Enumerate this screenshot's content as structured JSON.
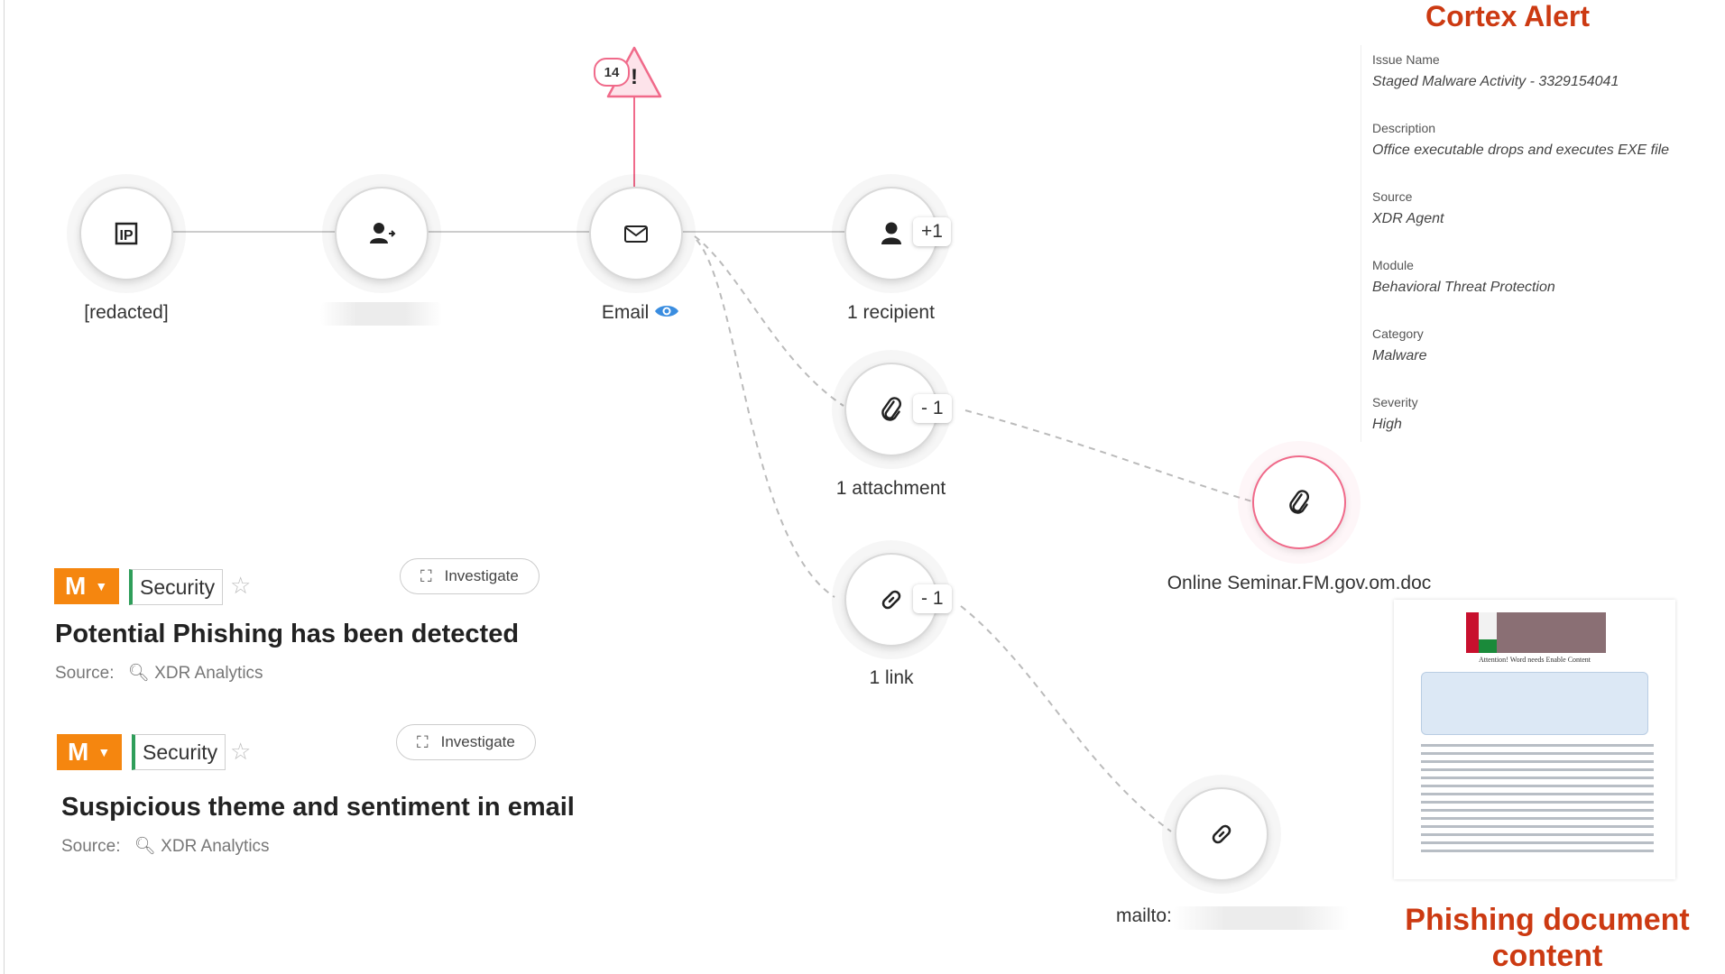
{
  "graph": {
    "ip_node": {
      "label": "[redacted]",
      "icon": "ip-icon"
    },
    "user_node": {
      "icon": "user-arrow-icon"
    },
    "email_node": {
      "label": "Email",
      "icon": "envelope-icon",
      "eye_icon": "eye-icon"
    },
    "alert_badge": {
      "count": "14",
      "icon": "warning-triangle-icon",
      "exclamation": "!"
    },
    "recipient_node": {
      "label": "1 recipient",
      "count": "+1",
      "icon": "person-icon"
    },
    "attachment_node": {
      "label": "1 attachment",
      "count": "- 1",
      "icon": "paperclip-icon"
    },
    "link_node": {
      "label": "1 link",
      "count": "- 1",
      "icon": "link-icon"
    },
    "doc_node": {
      "label": "Online Seminar.FM.gov.om.doc",
      "icon": "paperclip-icon"
    },
    "mailto_node": {
      "label": "mailto:",
      "icon": "link-icon"
    },
    "colors": {
      "alert": "#f06a8a",
      "line": "#cccccc"
    }
  },
  "cortex_alert": {
    "title": "Cortex Alert",
    "fields": [
      {
        "label": "Issue Name",
        "value": "Staged Malware Activity - 3329154041"
      },
      {
        "label": "Description",
        "value": "Office executable drops and executes EXE file"
      },
      {
        "label": "Source",
        "value": "XDR Agent"
      },
      {
        "label": "Module",
        "value": "Behavioral Threat Protection"
      },
      {
        "label": "Category",
        "value": "Malware"
      },
      {
        "label": "Severity",
        "value": "High"
      }
    ],
    "title_color": "#cc3a12"
  },
  "cards": [
    {
      "severity": "M",
      "tag": "Security",
      "investigate": "Investigate",
      "title": "Potential Phishing has been detected",
      "source_label": "Source:",
      "source_value": "XDR Analytics"
    },
    {
      "severity": "M",
      "tag": "Security",
      "investigate": "Investigate",
      "title": "Suspicious theme and sentiment in email",
      "source_label": "Source:",
      "source_value": "XDR Analytics"
    }
  ],
  "document": {
    "warning": "Attention! Word needs Enable Content",
    "caption": "Phishing document content"
  }
}
